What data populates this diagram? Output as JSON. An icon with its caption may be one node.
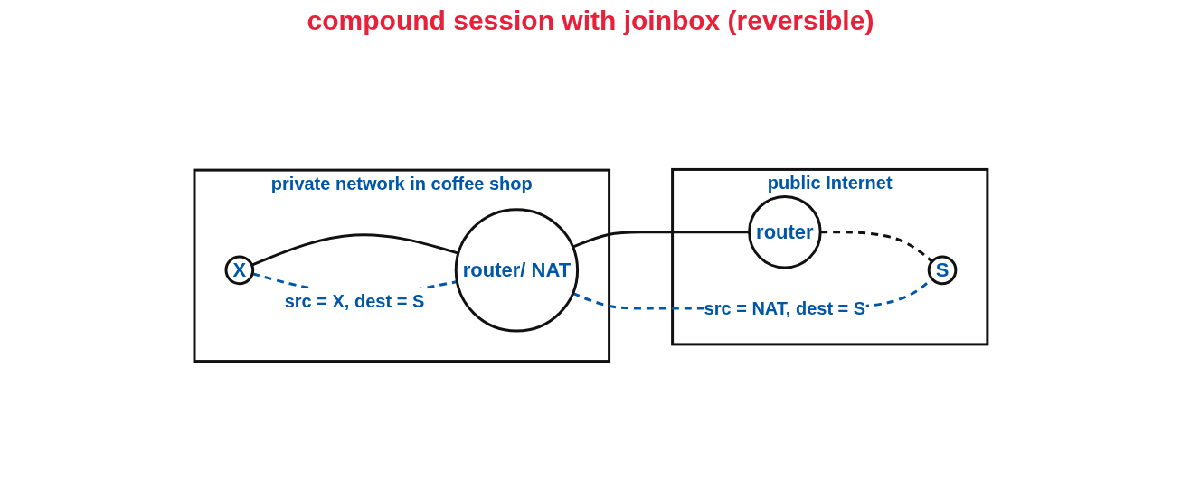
{
  "diagram": {
    "title": "compound session with joinbox (reversible)",
    "nodes": [
      {
        "text": [
          "private network in coffee shop"
        ]
      },
      {
        "text": [
          "X"
        ],
        "in": 0
      },
      {
        "text": [
          "router/ NAT"
        ],
        "in": 0
      },
      {
        "text": [
          "public Internet"
        ]
      },
      {
        "text": [
          "router"
        ],
        "in": 3
      },
      {
        "text": [
          "S"
        ],
        "in": 3
      }
    ],
    "edges": [
      {
        "from": 1,
        "to": 2,
        "arrow": "none"
      },
      {
        "from": 2,
        "to": 4,
        "arrow": "none"
      },
      {
        "from": 4,
        "to": 5,
        "arrow": "none",
        "style": "dashed"
      },
      {
        "from": 1,
        "to": 2,
        "arrow": "none",
        "label": "src = X, dest = S",
        "style": "dashed",
        "color": "#0057a8"
      },
      {
        "from": 2,
        "to": 5,
        "arrow": "none",
        "label": "src = NAT, dest = S",
        "style": "dashed",
        "color": "#0057a8"
      }
    ]
  }
}
